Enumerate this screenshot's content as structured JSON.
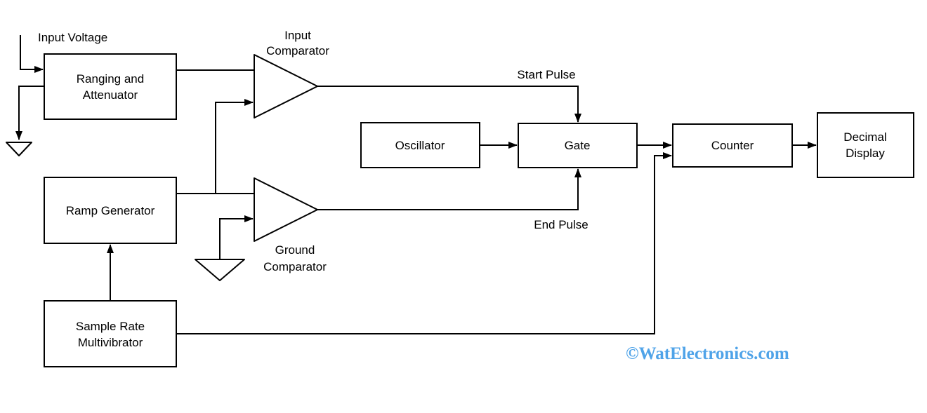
{
  "diagram": {
    "type": "block-diagram",
    "blocks": {
      "ranging_attenuator": {
        "lines": [
          "Ranging and",
          "Attenuator"
        ]
      },
      "ramp_generator": {
        "lines": [
          "Ramp Generator"
        ]
      },
      "sample_rate_multivibrator": {
        "lines": [
          "Sample Rate",
          "Multivibrator"
        ]
      },
      "oscillator": {
        "lines": [
          "Oscillator"
        ]
      },
      "gate": {
        "lines": [
          "Gate"
        ]
      },
      "counter": {
        "lines": [
          "Counter"
        ]
      },
      "decimal_display": {
        "lines": [
          "Decimal",
          "Display"
        ]
      }
    },
    "comparators": {
      "input": {
        "lines": [
          "Input",
          "Comparator"
        ]
      },
      "ground": {
        "lines": [
          "Ground",
          "Comparator"
        ]
      }
    },
    "signal_labels": {
      "input_voltage": "Input Voltage",
      "start_pulse": "Start Pulse",
      "end_pulse": "End Pulse"
    },
    "watermark": {
      "text": "©WatElectronics.com",
      "color": "#4FA3E8"
    },
    "colors": {
      "stroke": "#000000",
      "box_fill": "#ffffff",
      "background": "#ffffff"
    }
  }
}
